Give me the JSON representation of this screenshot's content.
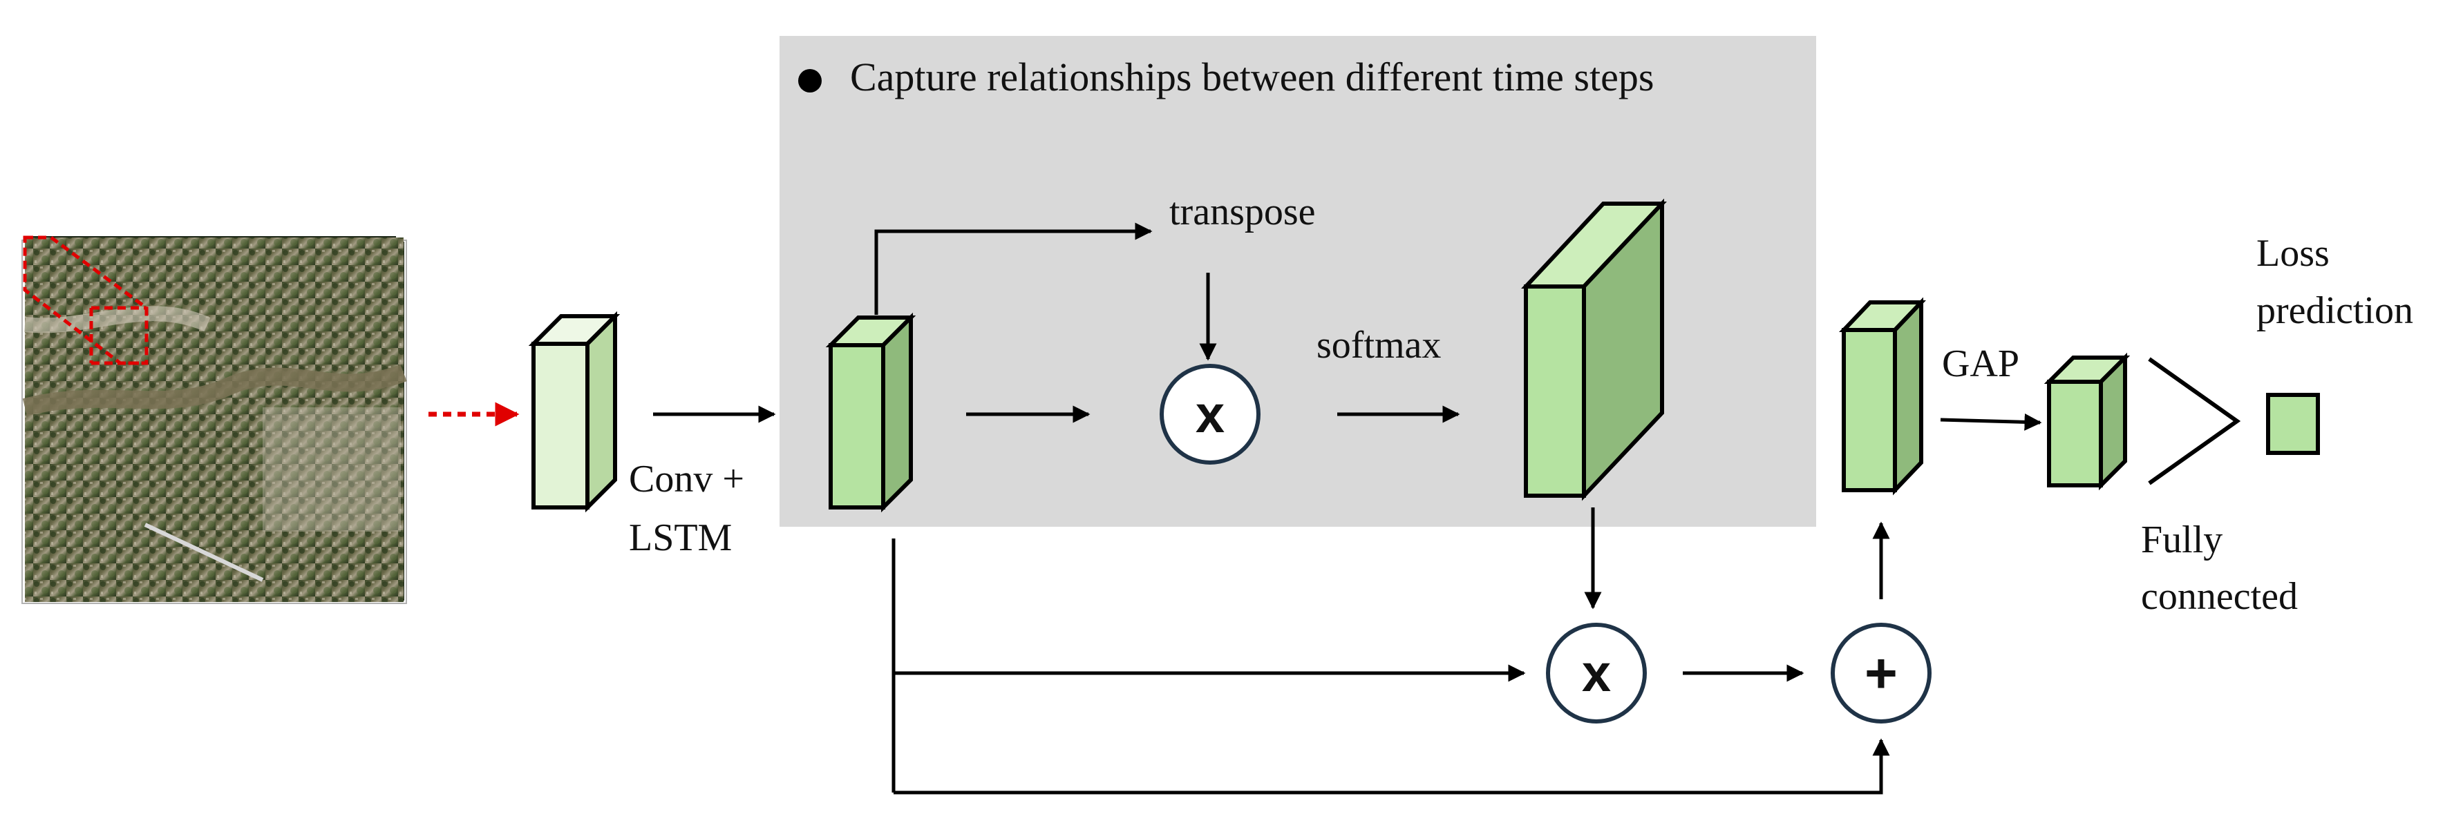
{
  "panel": {
    "note": "Capture relationships between different time steps"
  },
  "labels": {
    "transpose": "transpose",
    "softmax": "softmax",
    "conv_lstm_line1": "Conv +",
    "conv_lstm_line2": "LSTM",
    "gap": "GAP",
    "loss_line1": "Loss",
    "loss_line2": "prediction",
    "fc_line1": "Fully",
    "fc_line2": "connected"
  },
  "operators": {
    "multiply": "x",
    "add": "+"
  },
  "colors": {
    "panel_bg": "#d9d9d9",
    "green_light_front": "#e2f3d6",
    "green_light_side": "#b8d9a2",
    "green_front": "#b5e3a1",
    "green_top": "#cdeebb",
    "green_side": "#8fba7c",
    "red_arrow": "#e00000",
    "circle_stroke": "#1f3347"
  },
  "icons": {
    "satellite_cube": "hyperspectral-image-cube-icon"
  }
}
